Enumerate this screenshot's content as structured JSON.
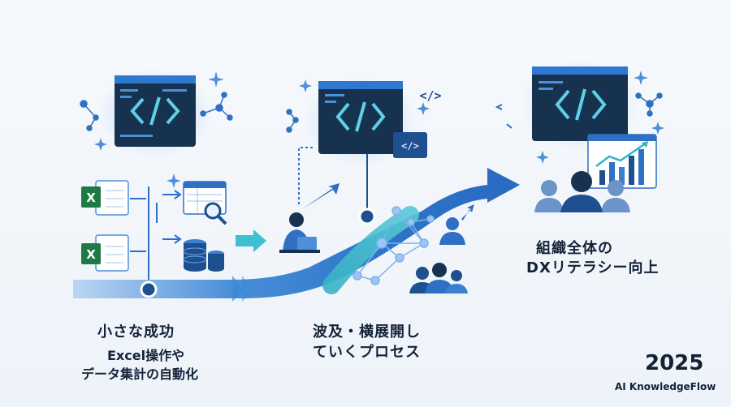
{
  "stages": [
    {
      "title": "小さな成功",
      "subtitle_line1": "Excel操作や",
      "subtitle_line2": "データ集計の自動化"
    },
    {
      "title_line1": "波及・横展開し",
      "title_line2": "ていくプロセス"
    },
    {
      "title_line1": "組織全体の",
      "title_line2": "DXリテラシー向上"
    }
  ],
  "icons": {
    "code_symbol": "</>",
    "excel_letter": "X"
  },
  "footer": {
    "year": "2025",
    "brand": "AI KnowledgeFlow"
  },
  "colors": {
    "navy": "#132237",
    "blue": "#2f6fc4",
    "teal": "#2bb5c9",
    "excel_green": "#1e7a45"
  }
}
